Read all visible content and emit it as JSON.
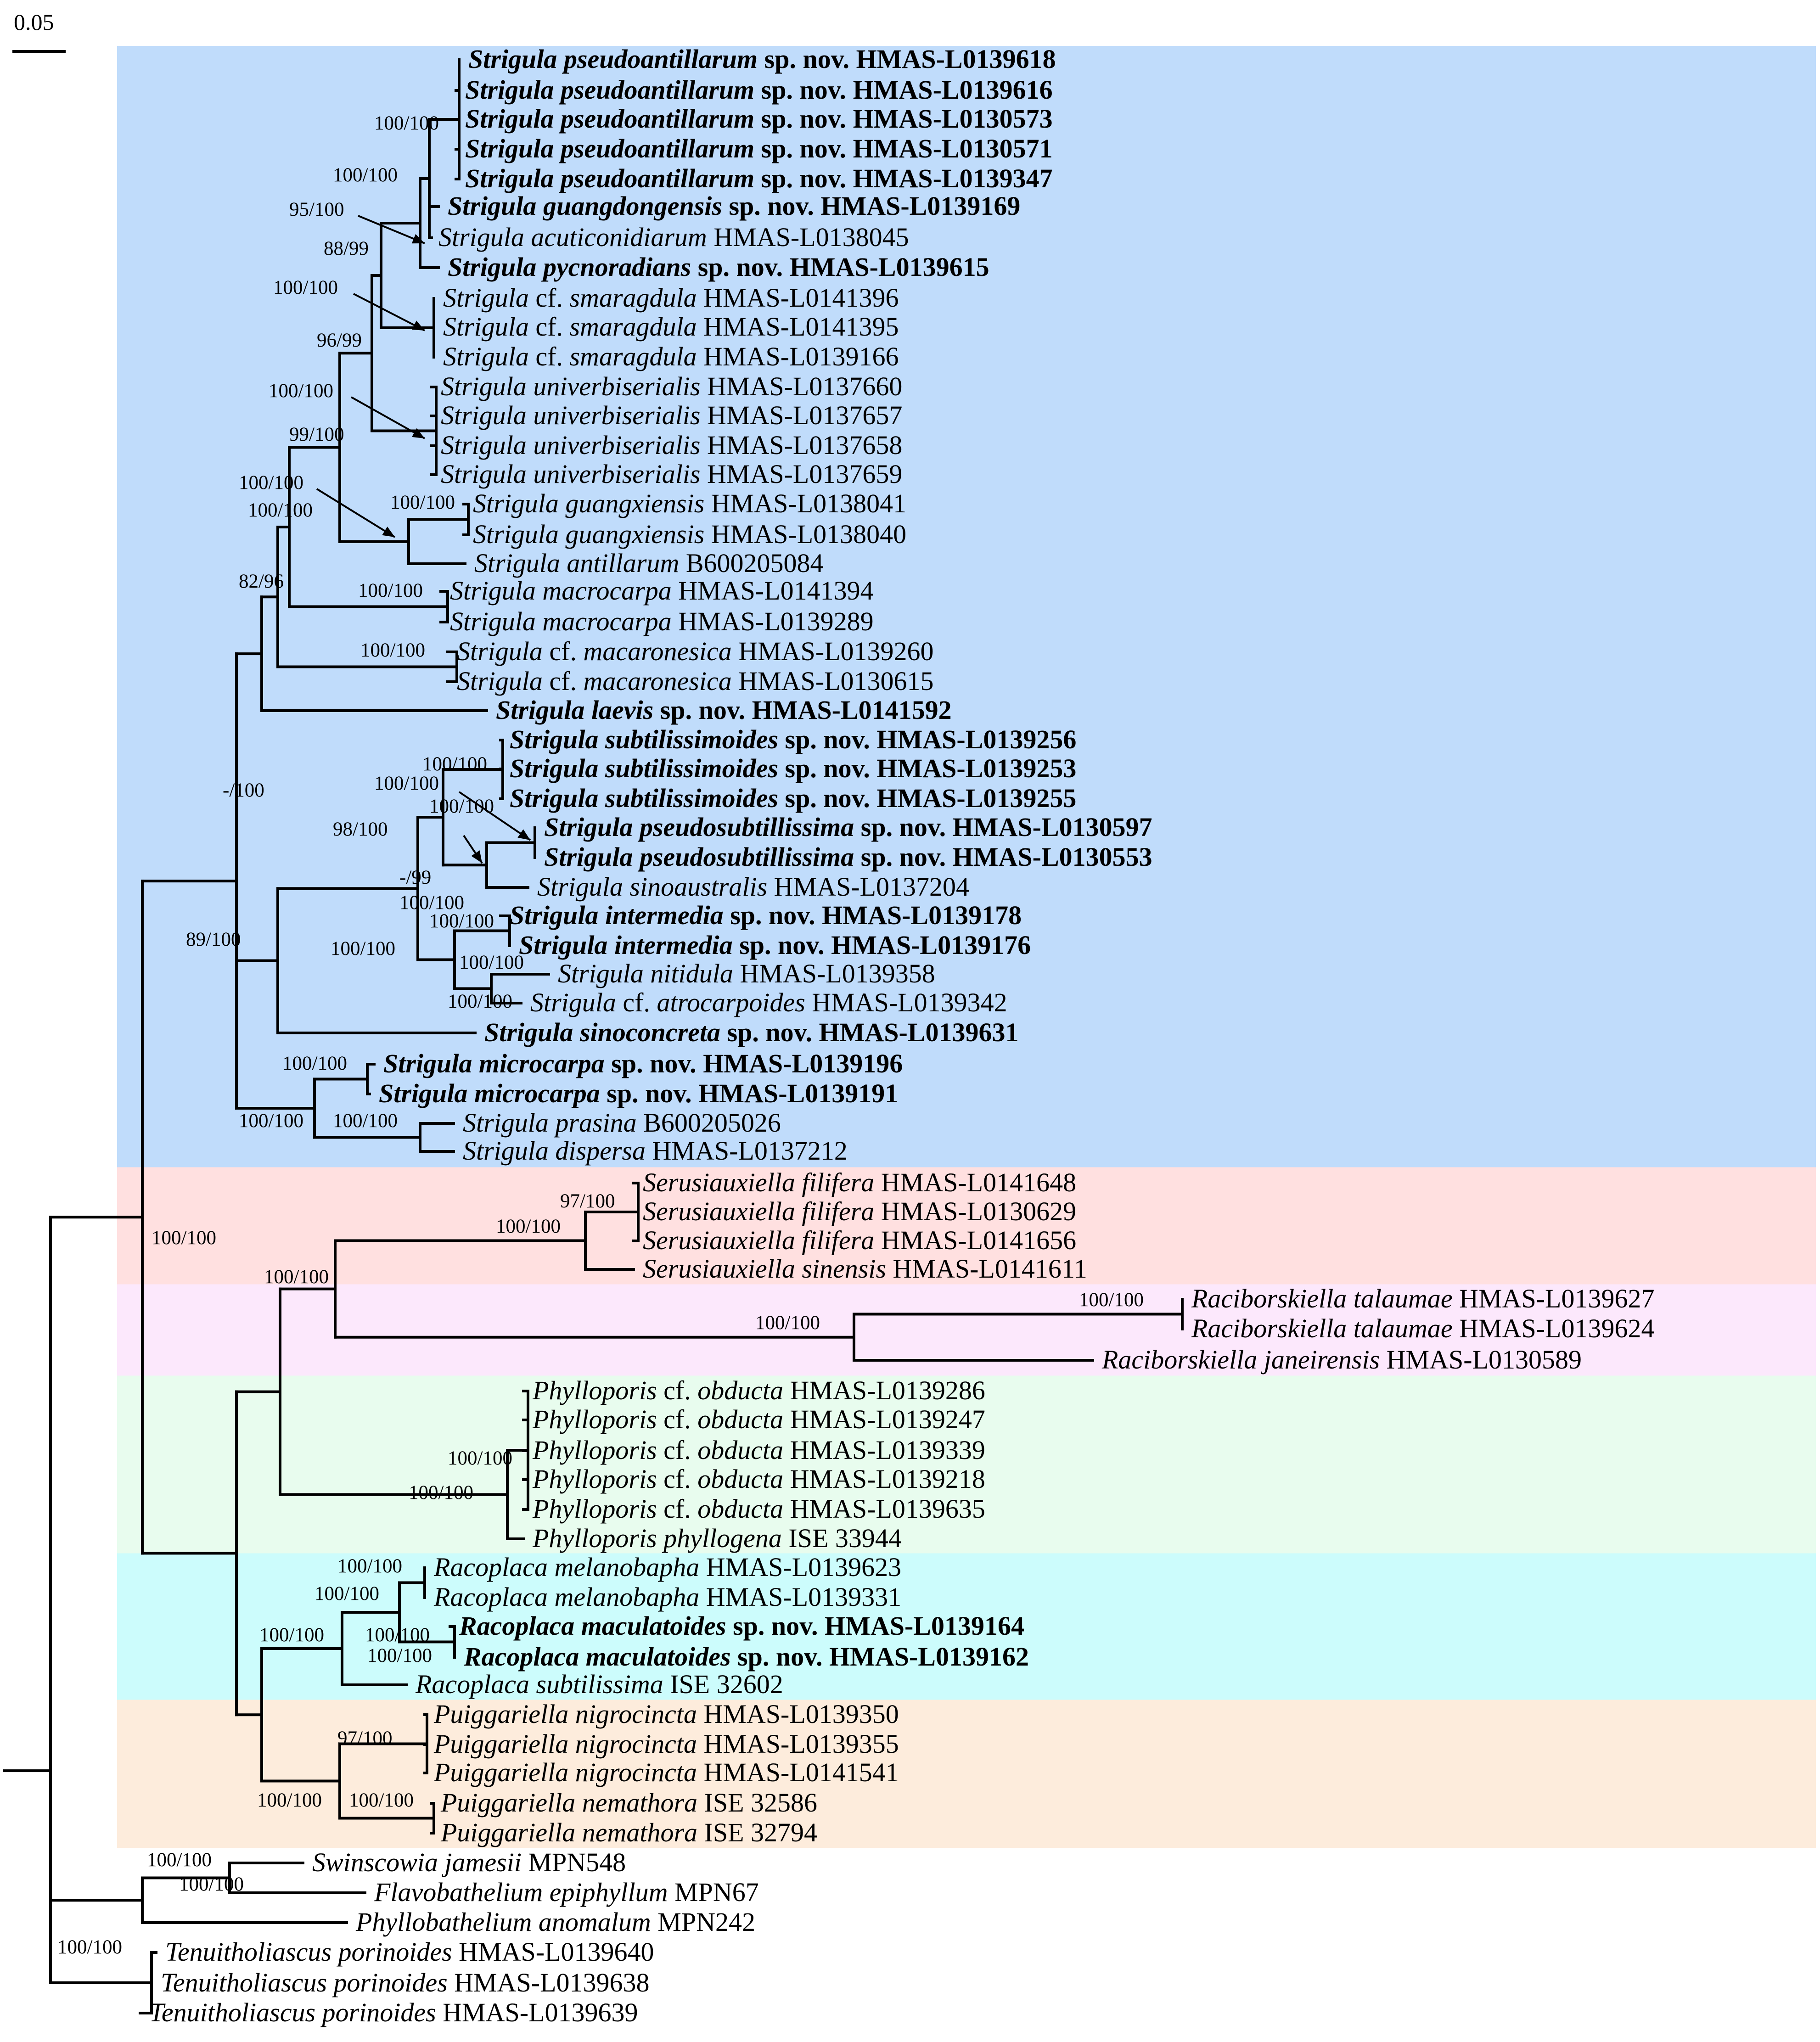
{
  "scale_bar": {
    "label": "0.05"
  },
  "clade_bands": [
    {
      "name": "strigula",
      "color": "#c0dcfb"
    },
    {
      "name": "serusiauxiella",
      "color": "#ffe0e0"
    },
    {
      "name": "raciborskiella",
      "color": "#fce8fc"
    },
    {
      "name": "phylloporis",
      "color": "#e8fcee"
    },
    {
      "name": "racoplaca",
      "color": "#ccfcfc"
    },
    {
      "name": "puiggariella",
      "color": "#fdecdc"
    }
  ],
  "leaves": [
    {
      "genus": "Strigula",
      "mid": "",
      "epithet": "pseudoantillarum",
      "suffix": "sp. nov.",
      "code": "HMAS-L0139618",
      "bold": true
    },
    {
      "genus": "Strigula",
      "mid": "",
      "epithet": "pseudoantillarum",
      "suffix": "sp. nov.",
      "code": "HMAS-L0139616",
      "bold": true
    },
    {
      "genus": "Strigula",
      "mid": "",
      "epithet": "pseudoantillarum",
      "suffix": "sp. nov.",
      "code": "HMAS-L0130573",
      "bold": true
    },
    {
      "genus": "Strigula",
      "mid": "",
      "epithet": "pseudoantillarum",
      "suffix": "sp. nov.",
      "code": "HMAS-L0130571",
      "bold": true
    },
    {
      "genus": "Strigula",
      "mid": "",
      "epithet": "pseudoantillarum",
      "suffix": "sp. nov.",
      "code": "HMAS-L0139347",
      "bold": true
    },
    {
      "genus": "Strigula",
      "mid": "",
      "epithet": "guangdongensis",
      "suffix": "sp. nov.",
      "code": "HMAS-L0139169",
      "bold": true
    },
    {
      "genus": "Strigula",
      "mid": "",
      "epithet": "acuticonidiarum",
      "suffix": "",
      "code": "HMAS-L0138045",
      "bold": false
    },
    {
      "genus": "Strigula",
      "mid": "",
      "epithet": "pycnoradians",
      "suffix": "sp. nov.",
      "code": "HMAS-L0139615",
      "bold": true
    },
    {
      "genus": "Strigula",
      "mid": "cf.",
      "epithet": "smaragdula",
      "suffix": "",
      "code": "HMAS-L0141396",
      "bold": false
    },
    {
      "genus": "Strigula",
      "mid": "cf.",
      "epithet": "smaragdula",
      "suffix": "",
      "code": "HMAS-L0141395",
      "bold": false
    },
    {
      "genus": "Strigula",
      "mid": "cf.",
      "epithet": "smaragdula",
      "suffix": "",
      "code": "HMAS-L0139166",
      "bold": false
    },
    {
      "genus": "Strigula",
      "mid": "",
      "epithet": "univerbiserialis",
      "suffix": "",
      "code": "HMAS-L0137660",
      "bold": false
    },
    {
      "genus": "Strigula",
      "mid": "",
      "epithet": "univerbiserialis",
      "suffix": "",
      "code": "HMAS-L0137657",
      "bold": false
    },
    {
      "genus": "Strigula",
      "mid": "",
      "epithet": "univerbiserialis",
      "suffix": "",
      "code": "HMAS-L0137658",
      "bold": false
    },
    {
      "genus": "Strigula",
      "mid": "",
      "epithet": "univerbiserialis",
      "suffix": "",
      "code": "HMAS-L0137659",
      "bold": false
    },
    {
      "genus": "Strigula",
      "mid": "",
      "epithet": "guangxiensis",
      "suffix": "",
      "code": "HMAS-L0138041",
      "bold": false
    },
    {
      "genus": "Strigula",
      "mid": "",
      "epithet": "guangxiensis",
      "suffix": "",
      "code": "HMAS-L0138040",
      "bold": false
    },
    {
      "genus": "Strigula",
      "mid": "",
      "epithet": "antillarum",
      "suffix": "",
      "code": "B600205084",
      "bold": false
    },
    {
      "genus": "Strigula",
      "mid": "",
      "epithet": "macrocarpa",
      "suffix": "",
      "code": "HMAS-L0141394",
      "bold": false
    },
    {
      "genus": "Strigula",
      "mid": "",
      "epithet": "macrocarpa",
      "suffix": "",
      "code": "HMAS-L0139289",
      "bold": false
    },
    {
      "genus": "Strigula",
      "mid": "cf.",
      "epithet": "macaronesica",
      "suffix": "",
      "code": "HMAS-L0139260",
      "bold": false
    },
    {
      "genus": "Strigula",
      "mid": "cf.",
      "epithet": "macaronesica",
      "suffix": "",
      "code": "HMAS-L0130615",
      "bold": false
    },
    {
      "genus": "Strigula",
      "mid": "",
      "epithet": "laevis",
      "suffix": "sp. nov.",
      "code": "HMAS-L0141592",
      "bold": true
    },
    {
      "genus": "Strigula",
      "mid": "",
      "epithet": "subtilissimoides",
      "suffix": "sp. nov.",
      "code": "HMAS-L0139256",
      "bold": true
    },
    {
      "genus": "Strigula",
      "mid": "",
      "epithet": "subtilissimoides",
      "suffix": "sp. nov.",
      "code": "HMAS-L0139253",
      "bold": true
    },
    {
      "genus": "Strigula",
      "mid": "",
      "epithet": "subtilissimoides",
      "suffix": "sp. nov.",
      "code": "HMAS-L0139255",
      "bold": true
    },
    {
      "genus": "Strigula",
      "mid": "",
      "epithet": "pseudosubtillissima",
      "suffix": "sp. nov.",
      "code": "HMAS-L0130597",
      "bold": true
    },
    {
      "genus": "Strigula",
      "mid": "",
      "epithet": "pseudosubtillissima",
      "suffix": "sp. nov.",
      "code": "HMAS-L0130553",
      "bold": true
    },
    {
      "genus": "Strigula",
      "mid": "",
      "epithet": "sinoaustralis",
      "suffix": "",
      "code": "HMAS-L0137204",
      "bold": false
    },
    {
      "genus": "Strigula",
      "mid": "",
      "epithet": "intermedia",
      "suffix": "sp. nov.",
      "code": "HMAS-L0139178",
      "bold": true
    },
    {
      "genus": "Strigula",
      "mid": "",
      "epithet": "intermedia",
      "suffix": "sp. nov.",
      "code": "HMAS-L0139176",
      "bold": true
    },
    {
      "genus": "Strigula",
      "mid": "",
      "epithet": "nitidula",
      "suffix": "",
      "code": "HMAS-L0139358",
      "bold": false
    },
    {
      "genus": "Strigula",
      "mid": "cf.",
      "epithet": "atrocarpoides",
      "suffix": "",
      "code": "HMAS-L0139342",
      "bold": false
    },
    {
      "genus": "Strigula",
      "mid": "",
      "epithet": "sinoconcreta",
      "suffix": "sp. nov.",
      "code": "HMAS-L0139631",
      "bold": true
    },
    {
      "genus": "Strigula",
      "mid": "",
      "epithet": "microcarpa",
      "suffix": "sp. nov.",
      "code": "HMAS-L0139196",
      "bold": true
    },
    {
      "genus": "Strigula",
      "mid": "",
      "epithet": "microcarpa",
      "suffix": "sp. nov.",
      "code": "HMAS-L0139191",
      "bold": true
    },
    {
      "genus": "Strigula",
      "mid": "",
      "epithet": "prasina",
      "suffix": "",
      "code": "B600205026",
      "bold": false
    },
    {
      "genus": "Strigula",
      "mid": "",
      "epithet": "dispersa",
      "suffix": "",
      "code": "HMAS-L0137212",
      "bold": false
    },
    {
      "genus": "Serusiauxiella",
      "mid": "",
      "epithet": "filifera",
      "suffix": "",
      "code": "HMAS-L0141648",
      "bold": false
    },
    {
      "genus": "Serusiauxiella",
      "mid": "",
      "epithet": "filifera",
      "suffix": "",
      "code": "HMAS-L0130629",
      "bold": false
    },
    {
      "genus": "Serusiauxiella",
      "mid": "",
      "epithet": "filifera",
      "suffix": "",
      "code": "HMAS-L0141656",
      "bold": false
    },
    {
      "genus": "Serusiauxiella",
      "mid": "",
      "epithet": "sinensis",
      "suffix": "",
      "code": "HMAS-L0141611",
      "bold": false
    },
    {
      "genus": "Raciborskiella",
      "mid": "",
      "epithet": "talaumae",
      "suffix": "",
      "code": "HMAS-L0139627",
      "bold": false
    },
    {
      "genus": "Raciborskiella",
      "mid": "",
      "epithet": "talaumae",
      "suffix": "",
      "code": "HMAS-L0139624",
      "bold": false
    },
    {
      "genus": "Raciborskiella",
      "mid": "",
      "epithet": "janeirensis",
      "suffix": "",
      "code": "HMAS-L0130589",
      "bold": false
    },
    {
      "genus": "Phylloporis",
      "mid": "cf.",
      "epithet": "obducta",
      "suffix": "",
      "code": "HMAS-L0139286",
      "bold": false
    },
    {
      "genus": "Phylloporis",
      "mid": "cf.",
      "epithet": "obducta",
      "suffix": "",
      "code": "HMAS-L0139247",
      "bold": false
    },
    {
      "genus": "Phylloporis",
      "mid": "cf.",
      "epithet": "obducta",
      "suffix": "",
      "code": "HMAS-L0139339",
      "bold": false
    },
    {
      "genus": "Phylloporis",
      "mid": "cf.",
      "epithet": "obducta",
      "suffix": "",
      "code": "HMAS-L0139218",
      "bold": false
    },
    {
      "genus": "Phylloporis",
      "mid": "cf.",
      "epithet": "obducta",
      "suffix": "",
      "code": "HMAS-L0139635",
      "bold": false
    },
    {
      "genus": "Phylloporis",
      "mid": "",
      "epithet": "phyllogena",
      "suffix": "",
      "code": "ISE 33944",
      "bold": false
    },
    {
      "genus": "Racoplaca",
      "mid": "",
      "epithet": "melanobapha",
      "suffix": "",
      "code": "HMAS-L0139623",
      "bold": false
    },
    {
      "genus": "Racoplaca",
      "mid": "",
      "epithet": "melanobapha",
      "suffix": "",
      "code": "HMAS-L0139331",
      "bold": false
    },
    {
      "genus": "Racoplaca",
      "mid": "",
      "epithet": "maculatoides",
      "suffix": "sp. nov.",
      "code": "HMAS-L0139164",
      "bold": true
    },
    {
      "genus": "Racoplaca",
      "mid": "",
      "epithet": "maculatoides",
      "suffix": "sp. nov.",
      "code": "HMAS-L0139162",
      "bold": true
    },
    {
      "genus": "Racoplaca",
      "mid": "",
      "epithet": "subtilissima",
      "suffix": "",
      "code": "ISE 32602",
      "bold": false
    },
    {
      "genus": "Puiggariella",
      "mid": "",
      "epithet": "nigrocincta",
      "suffix": "",
      "code": "HMAS-L0139350",
      "bold": false
    },
    {
      "genus": "Puiggariella",
      "mid": "",
      "epithet": "nigrocincta",
      "suffix": "",
      "code": "HMAS-L0139355",
      "bold": false
    },
    {
      "genus": "Puiggariella",
      "mid": "",
      "epithet": "nigrocincta",
      "suffix": "",
      "code": "HMAS-L0141541",
      "bold": false
    },
    {
      "genus": "Puiggariella",
      "mid": "",
      "epithet": "nemathora",
      "suffix": "",
      "code": "ISE 32586",
      "bold": false
    },
    {
      "genus": "Puiggariella",
      "mid": "",
      "epithet": "nemathora",
      "suffix": "",
      "code": "ISE 32794",
      "bold": false
    },
    {
      "genus": "Swinscowia",
      "mid": "",
      "epithet": "jamesii",
      "suffix": "",
      "code": "MPN548",
      "bold": false
    },
    {
      "genus": "Flavobathelium",
      "mid": "",
      "epithet": "epiphyllum",
      "suffix": "",
      "code": "MPN67",
      "bold": false
    },
    {
      "genus": "Phyllobathelium",
      "mid": "",
      "epithet": "anomalum",
      "suffix": "",
      "code": "MPN242",
      "bold": false
    },
    {
      "genus": "Tenuitholiascus",
      "mid": "",
      "epithet": "porinoides",
      "suffix": "",
      "code": "HMAS-L0139640",
      "bold": false
    },
    {
      "genus": "Tenuitholiascus",
      "mid": "",
      "epithet": "porinoides",
      "suffix": "",
      "code": "HMAS-L0139638",
      "bold": false
    },
    {
      "genus": "Tenuitholiascus",
      "mid": "",
      "epithet": "porinoides",
      "suffix": "",
      "code": "HMAS-L0139639",
      "bold": false
    }
  ],
  "support_values": [
    "100/100",
    "100/100",
    "95/100",
    "88/99",
    "100/100",
    "96/99",
    "100/100",
    "99/100",
    "100/100",
    "100/100",
    "100/100",
    "82/96",
    "100/100",
    "100/100",
    "100/100",
    "-/100",
    "100/100",
    "100/100",
    "98/100",
    "100/100",
    "-/99",
    "100/100",
    "100/100",
    "89/100",
    "100/100",
    "100/100",
    "100/100",
    "100/100",
    "100/100",
    "100/100",
    "97/100",
    "100/100",
    "100/100",
    "100/100",
    "100/100",
    "100/100",
    "100/100",
    "100/100",
    "100/100",
    "100/100",
    "100/100",
    "100/100",
    "100/100",
    "97/100",
    "100/100",
    "100/100",
    "100/100",
    "100/100"
  ]
}
